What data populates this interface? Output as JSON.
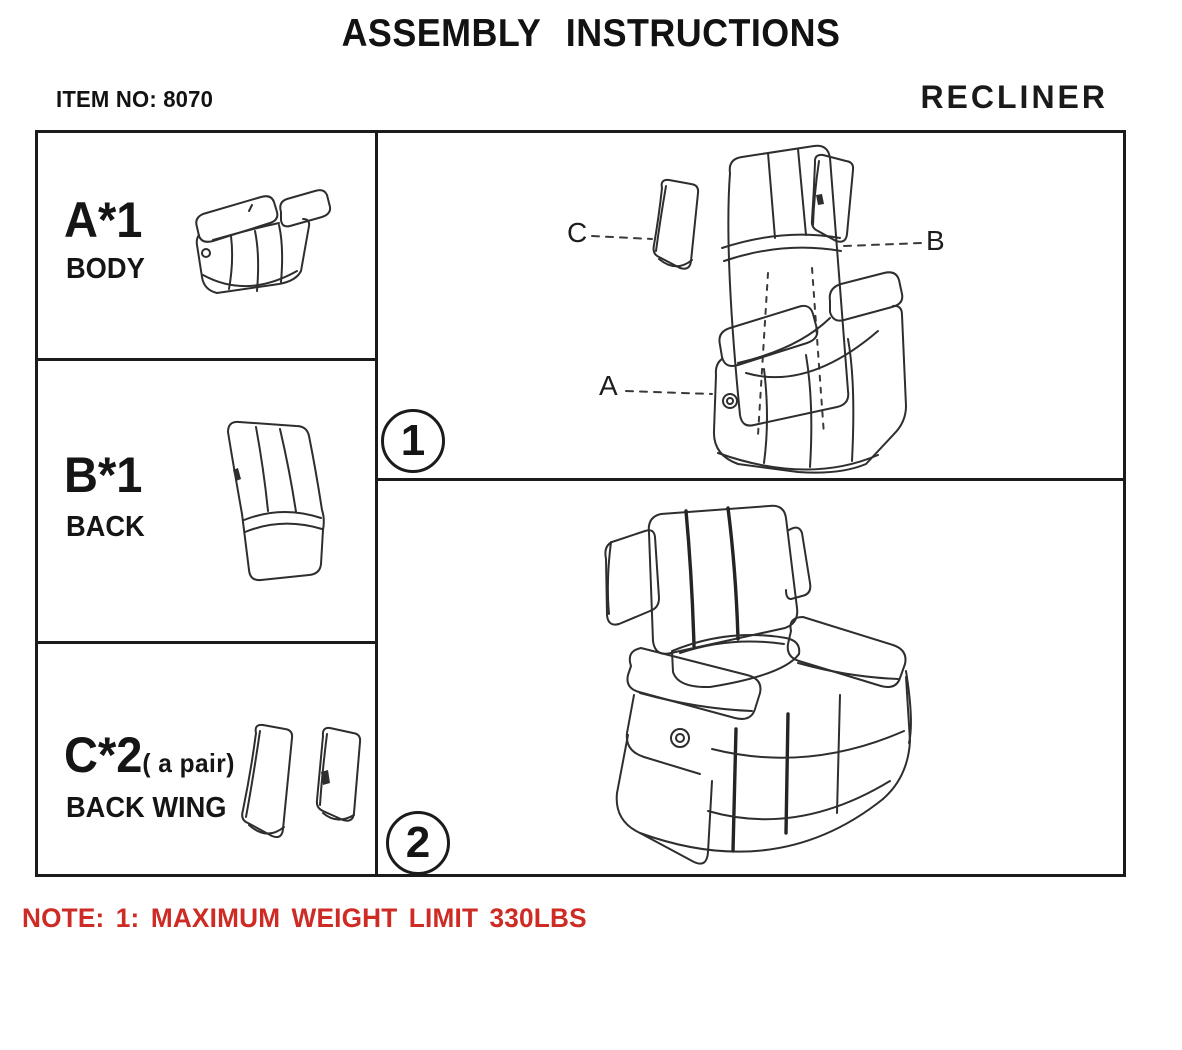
{
  "header": {
    "title": "ASSEMBLY INSTRUCTIONS",
    "item_no": "ITEM NO: 8070",
    "product": "RECLINER"
  },
  "parts": [
    {
      "code": "A*1",
      "pair_note": "",
      "name": "BODY"
    },
    {
      "code": "B*1",
      "pair_note": "",
      "name": "BACK"
    },
    {
      "code": "C*2",
      "pair_note": "( a pair)",
      "name": "BACK WING"
    }
  ],
  "steps": {
    "step1": {
      "number": "1",
      "label_a": "A",
      "label_b": "B",
      "label_c": "C"
    },
    "step2": {
      "number": "2"
    }
  },
  "note": "NOTE: 1:  MAXIMUM WEIGHT LIMIT  330LBS",
  "colors": {
    "line": "#2e2e2e",
    "border": "#1b1b1b",
    "note_red": "#cd2b24"
  }
}
